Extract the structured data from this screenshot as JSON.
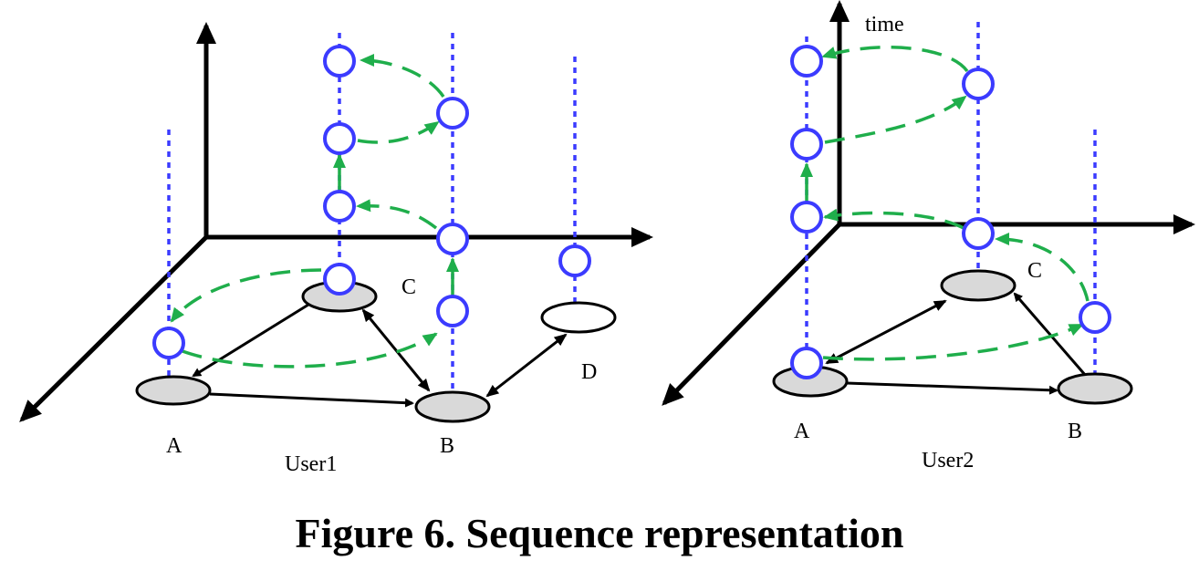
{
  "panels": [
    {
      "user_label": "User1",
      "nodes": [
        {
          "id": "A",
          "label": "A",
          "filled": true
        },
        {
          "id": "B",
          "label": "B",
          "filled": true
        },
        {
          "id": "C",
          "label": "C",
          "filled": true
        },
        {
          "id": "D",
          "label": "D",
          "filled": false
        }
      ]
    },
    {
      "user_label": "User2",
      "time_axis_label": "time",
      "nodes": [
        {
          "id": "A",
          "label": "A",
          "filled": true
        },
        {
          "id": "B",
          "label": "B",
          "filled": true
        },
        {
          "id": "C",
          "label": "C",
          "filled": true
        }
      ]
    }
  ],
  "caption": "Figure 6. Sequence representation",
  "colors": {
    "timeline": "#3b3bff",
    "sequence_arrow": "#1fae4b",
    "node_fill": "#d9d9d9",
    "edge": "#000000"
  }
}
